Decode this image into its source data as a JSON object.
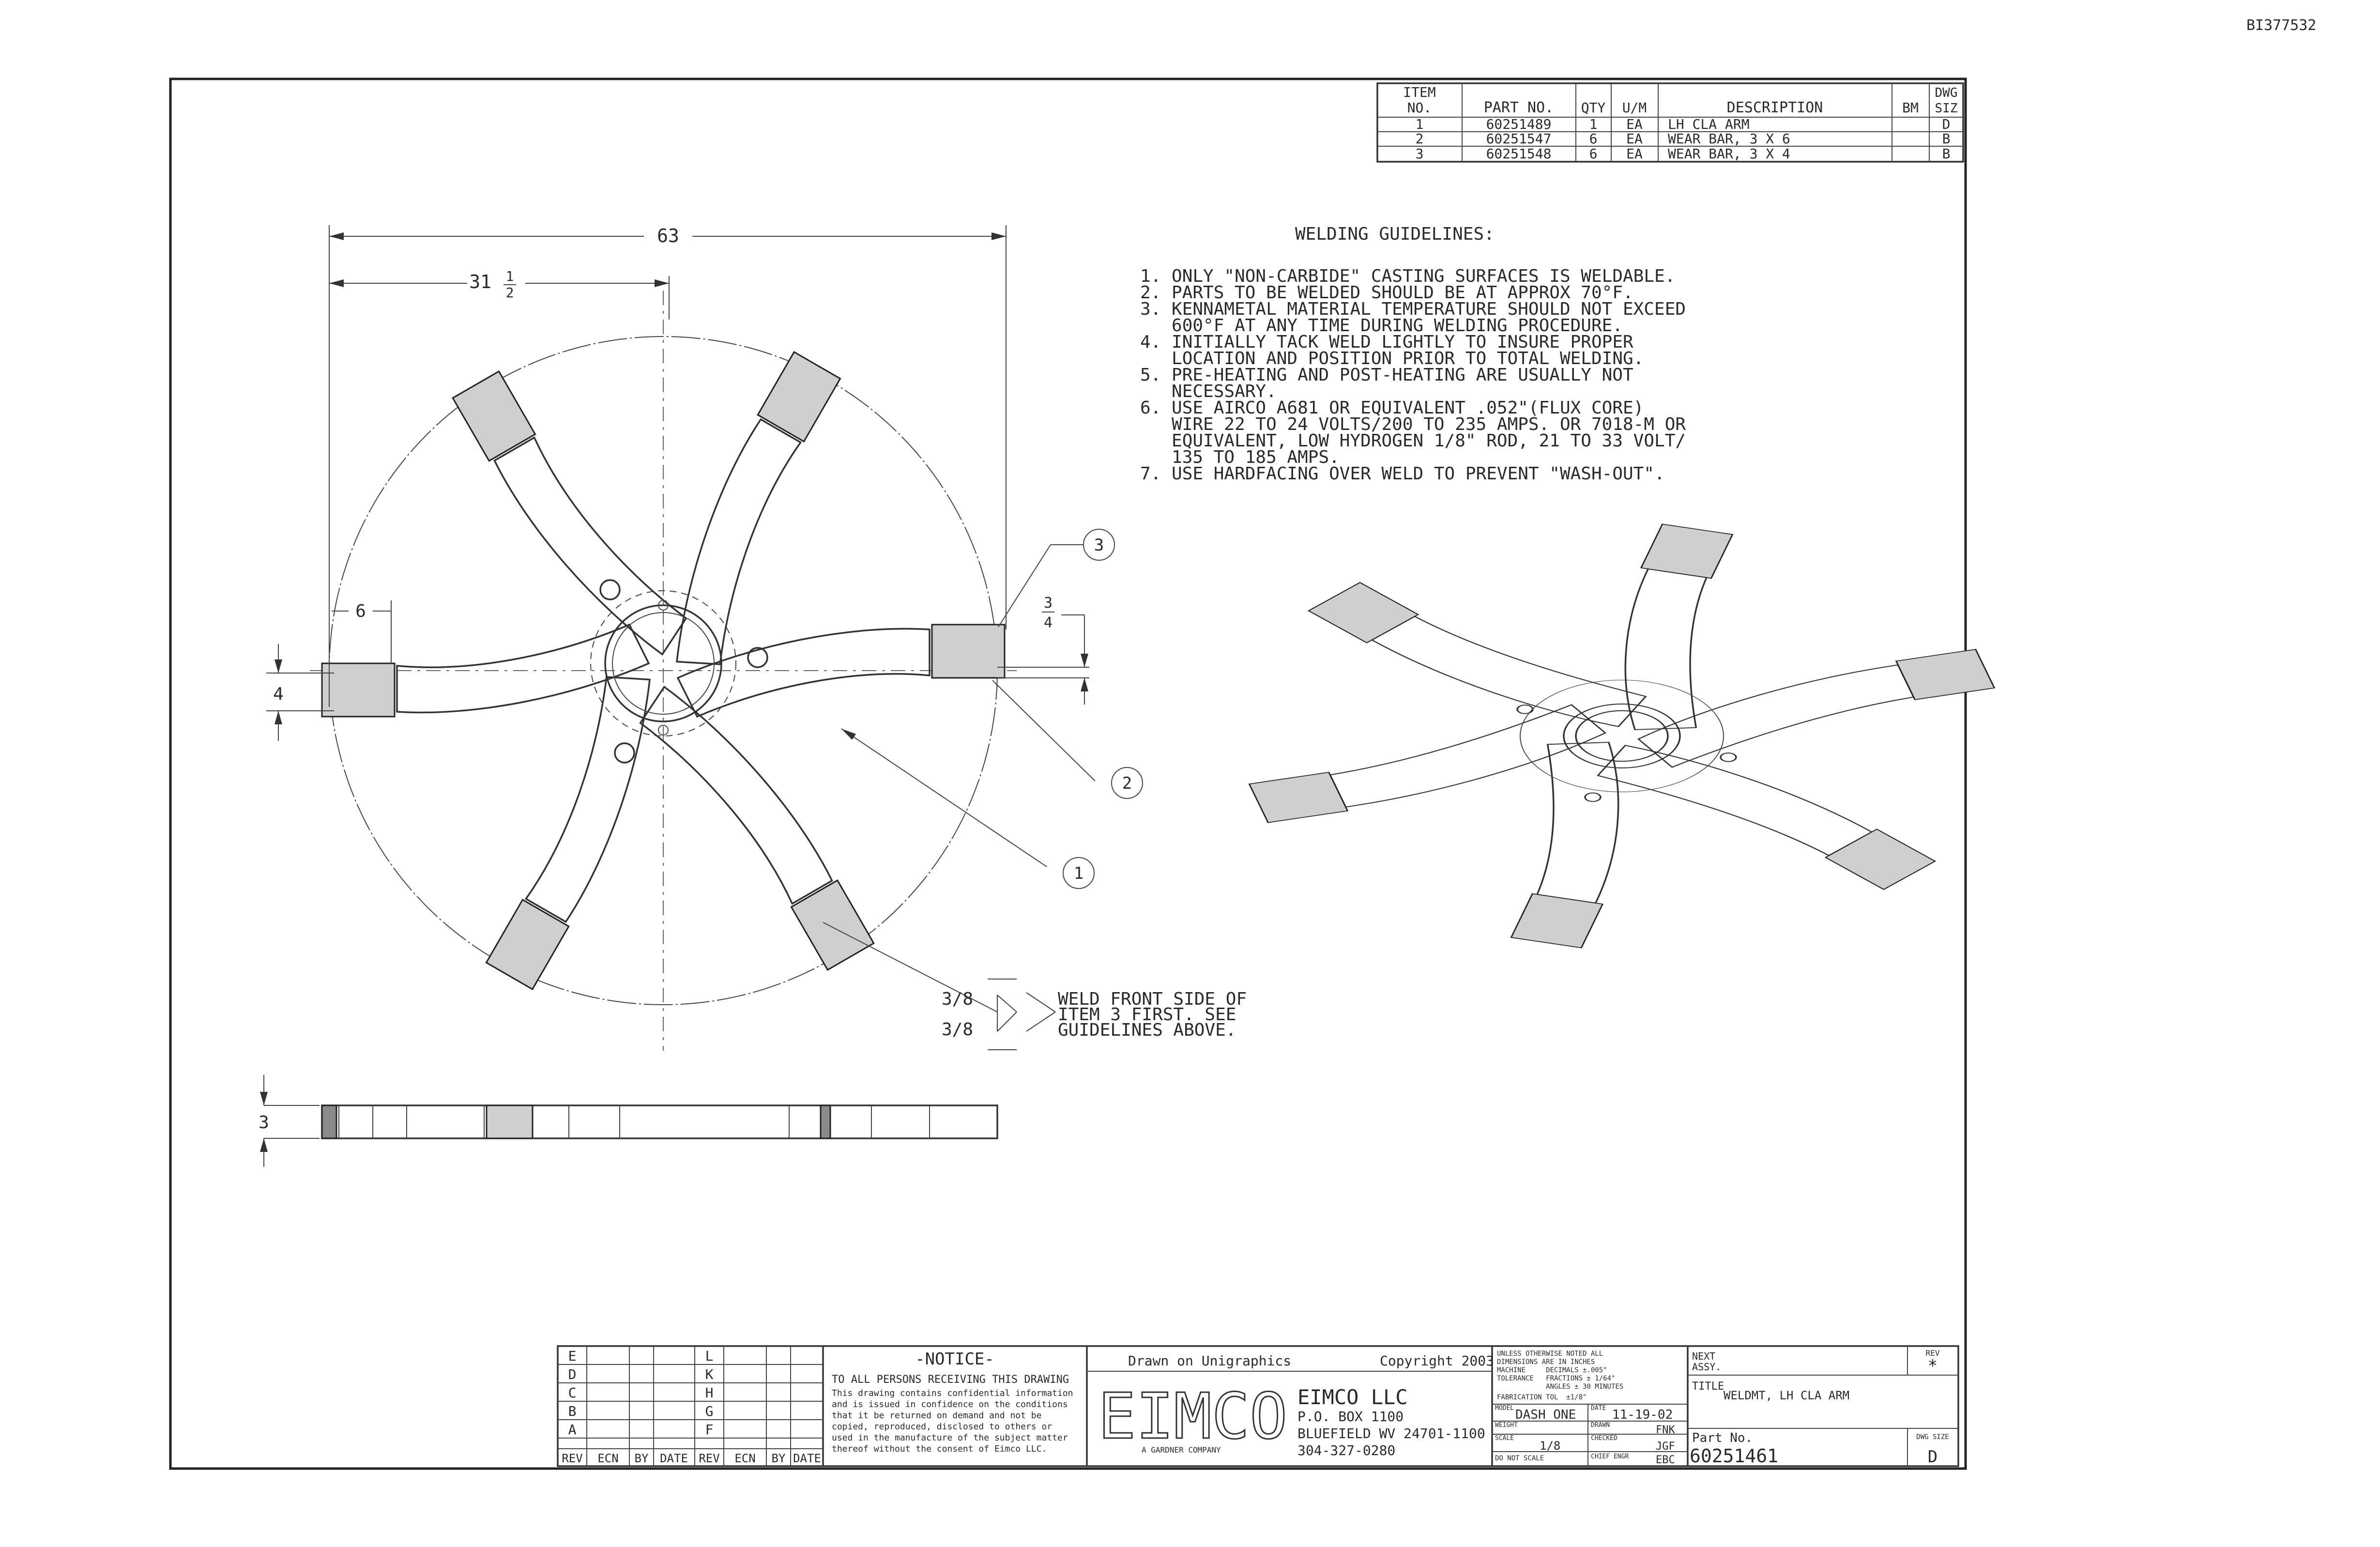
{
  "doc_id": "BI377532",
  "parts_list": {
    "headers": [
      "ITEM NO.",
      "PART NO.",
      "QTY",
      "U/M",
      "DESCRIPTION",
      "BM",
      "DWG SIZ"
    ],
    "rows": [
      {
        "item": "1",
        "part": "60251489",
        "qty": "1",
        "um": "EA",
        "desc": "LH CLA ARM",
        "bm": "",
        "siz": "D"
      },
      {
        "item": "2",
        "part": "60251547",
        "qty": "6",
        "um": "EA",
        "desc": "WEAR BAR, 3 X 6",
        "bm": "",
        "siz": "B"
      },
      {
        "item": "3",
        "part": "60251548",
        "qty": "6",
        "um": "EA",
        "desc": "WEAR BAR, 3 X 4",
        "bm": "",
        "siz": "B"
      }
    ]
  },
  "welding": {
    "title": "WELDING GUIDELINES:",
    "lines": [
      "1. ONLY \"NON-CARBIDE\" CASTING SURFACES IS WELDABLE.",
      "2. PARTS TO BE WELDED SHOULD BE AT APPROX 70°F.",
      "3. KENNAMETAL MATERIAL TEMPERATURE SHOULD NOT EXCEED",
      "   600°F AT ANY TIME DURING WELDING PROCEDURE.",
      "4. INITIALLY TACK WELD LIGHTLY TO INSURE PROPER",
      "   LOCATION AND POSITION PRIOR TO TOTAL WELDING.",
      "5. PRE-HEATING AND POST-HEATING ARE USUALLY NOT",
      "   NECESSARY.",
      "6. USE AIRCO A681 OR EQUIVALENT .052\"(FLUX CORE)",
      "   WIRE 22 TO 24 VOLTS/200 TO 235 AMPS. OR 7018-M OR",
      "   EQUIVALENT, LOW HYDROGEN 1/8\" ROD, 21 TO 33 VOLT/",
      "   135 TO 185 AMPS.",
      "7. USE HARDFACING OVER WELD TO PREVENT \"WASH-OUT\"."
    ]
  },
  "dims": {
    "overall": "63",
    "half_whole": "31",
    "half_num": "1",
    "half_den": "2",
    "pad_width": "6",
    "pad_height": "4",
    "pad_num": "3",
    "pad_den": "4",
    "thickness": "3"
  },
  "balloons": [
    "1",
    "2",
    "3"
  ],
  "weld_note": {
    "size_top": "3/8",
    "size_bottom": "3/8",
    "lines": [
      "WELD FRONT SIDE OF",
      "ITEM 3 FIRST. SEE",
      "GUIDELINES ABOVE."
    ]
  },
  "title_block": {
    "rev_letters_left": [
      "E",
      "D",
      "C",
      "B",
      "A"
    ],
    "rev_letters_right": [
      "L",
      "K",
      "H",
      "G",
      "F"
    ],
    "rev_headers": [
      "REV",
      "ECN",
      "BY",
      "DATE",
      "REV",
      "ECN",
      "BY",
      "DATE"
    ],
    "notice_title": "-NOTICE-",
    "notice_lines": [
      "TO ALL PERSONS RECEIVING THIS DRAWING",
      "This drawing contains confidential information",
      "and is issued in confidence on the conditions",
      "that it be returned on demand and not be",
      "copied, reproduced, disclosed to others or",
      "used in the manufacture of the subject matter",
      "thereof without the consent of Eimco LLC."
    ],
    "drawn_on": "Drawn on Unigraphics",
    "copyright": "Copyright 2003",
    "logo": "EIMCO",
    "logo_sub": "A GARDNER COMPANY",
    "company": "EIMCO LLC",
    "address_lines": [
      "P.O. BOX 1100",
      "BLUEFIELD WV 24701-1100",
      "304-327-0280"
    ],
    "tol_lines": [
      "UNLESS OTHERWISE NOTED ALL",
      "DIMENSIONS ARE IN INCHES",
      "MACHINE     DECIMALS ±.005\"",
      "TOLERANCE   FRACTIONS ± 1/64\"",
      "            ANGLES ± 30 MINUTES",
      "FABRICATION TOL  ±1/8\""
    ],
    "model_label": "MODEL",
    "model_value": "DASH ONE",
    "date_label": "DATE",
    "date_value": "11-19-02",
    "weight_label": "WEIGHT",
    "drawn_label": "DRAWN",
    "drawn_value": "FNK",
    "scale_label": "SCALE",
    "scale_value": "1/8",
    "checked_label": "CHECKED",
    "checked_value": "JGF",
    "do_not_scale": "DO NOT SCALE",
    "chief_label": "CHIEF ENGR",
    "chief_value": "EBC",
    "next_assy_label": "NEXT ASSY.",
    "rev_label": "REV",
    "rev_value": "*",
    "title_label": "TITLE",
    "title_value": "WELDMT, LH CLA ARM",
    "part_label": "Part No.",
    "part_value": "60251461",
    "dwg_size_label": "DWG SIZE",
    "dwg_size_value": "D"
  }
}
